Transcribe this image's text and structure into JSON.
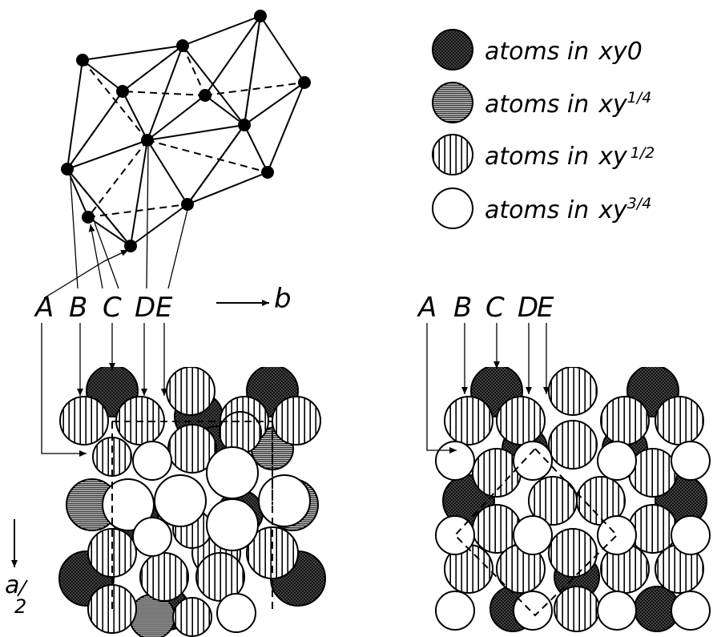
{
  "legend": [
    {
      "pattern": "crosshatch",
      "label": "atoms in",
      "level": "xy0",
      "level_main": "xy0",
      "level_frac": ""
    },
    {
      "pattern": "horizontal",
      "label": "atoms in",
      "level": "xy1/4",
      "level_main": "xy",
      "level_frac": "1/4"
    },
    {
      "pattern": "vertical",
      "label": "atoms in",
      "level": "xy1/2",
      "level_main": "xy",
      "level_frac": "1/2"
    },
    {
      "pattern": "open",
      "label": "atoms in",
      "level": "xy3/4",
      "level_main": "xy",
      "level_frac": "3/4"
    }
  ],
  "left_labels": [
    "A",
    "B",
    "C",
    "D",
    "E"
  ],
  "right_labels": [
    "A",
    "B",
    "C",
    "D",
    "E"
  ],
  "axis_b": "b",
  "axis_a": "a",
  "axis_a_den": "2"
}
